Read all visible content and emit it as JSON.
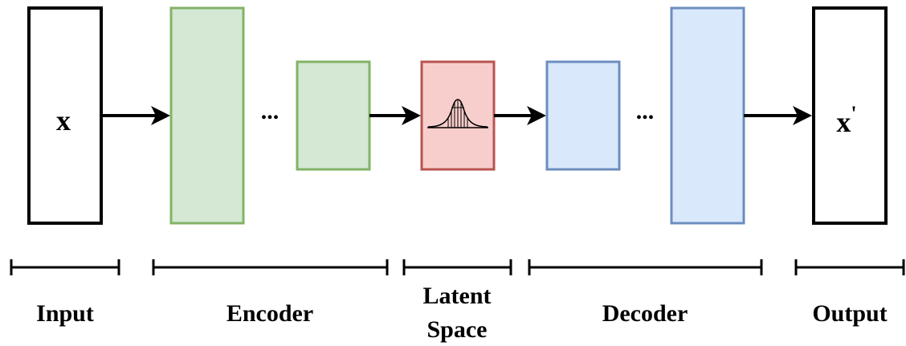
{
  "nodes": {
    "input": {
      "symbol": "x"
    },
    "output": {
      "symbol": "x",
      "prime": "'"
    }
  },
  "ellipsis": {
    "encoder": "...",
    "decoder": "..."
  },
  "sections": {
    "input": "Input",
    "encoder": "Encoder",
    "latent_line1": "Latent",
    "latent_line2": "Space",
    "decoder": "Decoder",
    "output": "Output"
  },
  "colors": {
    "outline": "#000000",
    "encoder_fill": "#d5e8d4",
    "encoder_stroke": "#82b366",
    "latent_fill": "#f8cecc",
    "latent_stroke": "#b85450",
    "decoder_fill": "#dae8fc",
    "decoder_stroke": "#6c8ebf"
  },
  "icons": {
    "latent": "gaussian-distribution-icon"
  }
}
